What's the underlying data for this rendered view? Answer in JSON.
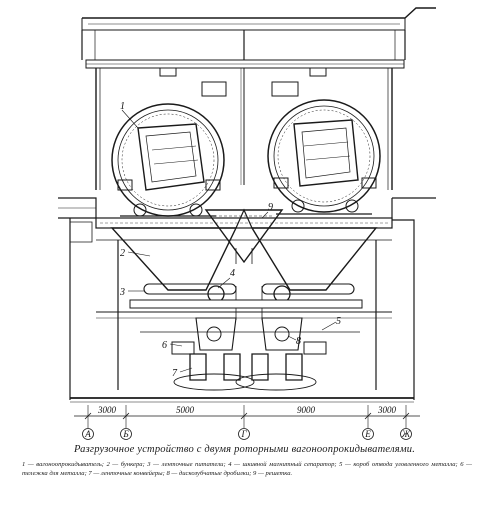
{
  "figure": {
    "caption_title": "Разгрузочное устройство с двумя роторными вагоноопрокидывателями.",
    "caption_legend": "1 — вагоноопрокидыватель; 2 — бункера; 3 — ленточные питатели; 4 — шкивной магнитный сепаратор; 5 — короб отвода уловленного металла; 6 — тележка для металла; 7 — ленточные конвейеры; 8 — дискозубчатые дробилки; 9 — решетка."
  },
  "dimensions": {
    "d1": "3000",
    "d2": "5000",
    "d3": "9000",
    "d4": "3000"
  },
  "axes": {
    "a": "А",
    "b": "Б",
    "g": "Г",
    "e": "Е",
    "zh": "Ж"
  },
  "callouts": {
    "n1": "1",
    "n2": "2",
    "n3": "3",
    "n4": "4",
    "n5": "5",
    "n6": "6",
    "n7": "7",
    "n8": "8",
    "n9": "9"
  }
}
